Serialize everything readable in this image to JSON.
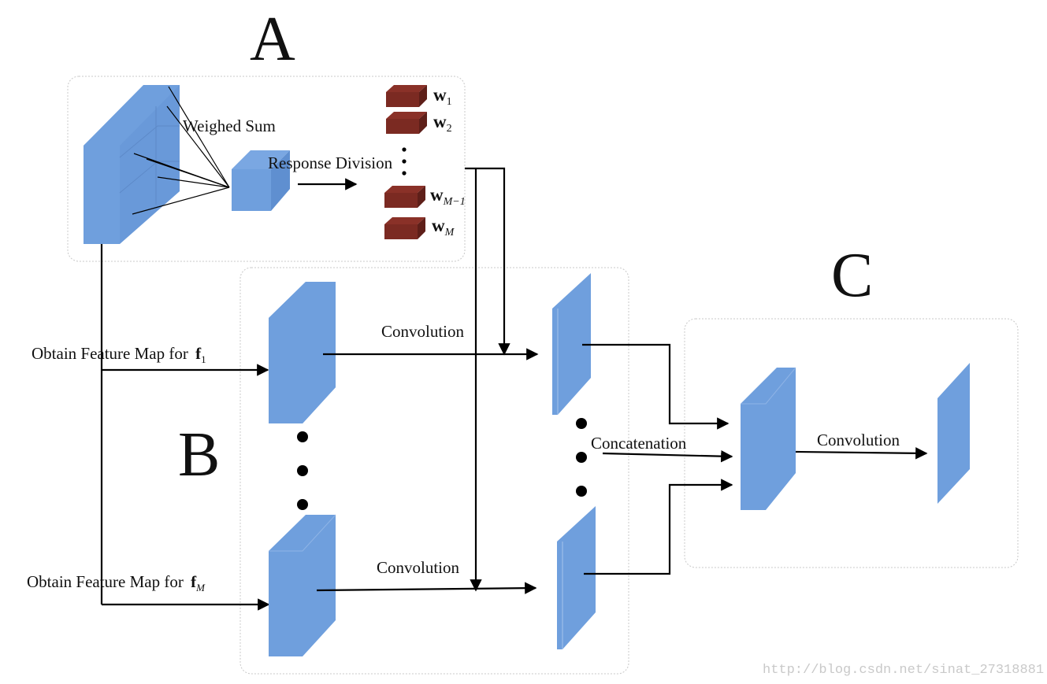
{
  "sections": {
    "a": "A",
    "b": "B",
    "c": "C"
  },
  "panel_a": {
    "weighed_sum": "Weighed Sum",
    "response_division": "Response Division",
    "weights": [
      {
        "base": "w",
        "sub": "1"
      },
      {
        "base": "w",
        "sub": "2"
      },
      {
        "base": "w",
        "sub": "M−1"
      },
      {
        "base": "w",
        "sub": "M"
      }
    ]
  },
  "panel_b": {
    "feature_map_1": {
      "text": "Obtain Feature Map for ",
      "base": "f",
      "sub": "1"
    },
    "feature_map_m": {
      "text": "Obtain Feature Map for ",
      "base": "f",
      "sub": "M"
    },
    "convolution_top": "Convolution",
    "convolution_bottom": "Convolution"
  },
  "panel_c": {
    "concatenation": "Concatenation",
    "convolution": "Convolution"
  },
  "watermark": "http://blog.csdn.net/sinat_27318881",
  "colors": {
    "block": "#6f9fdd",
    "weight_block": "#7b2a22"
  }
}
